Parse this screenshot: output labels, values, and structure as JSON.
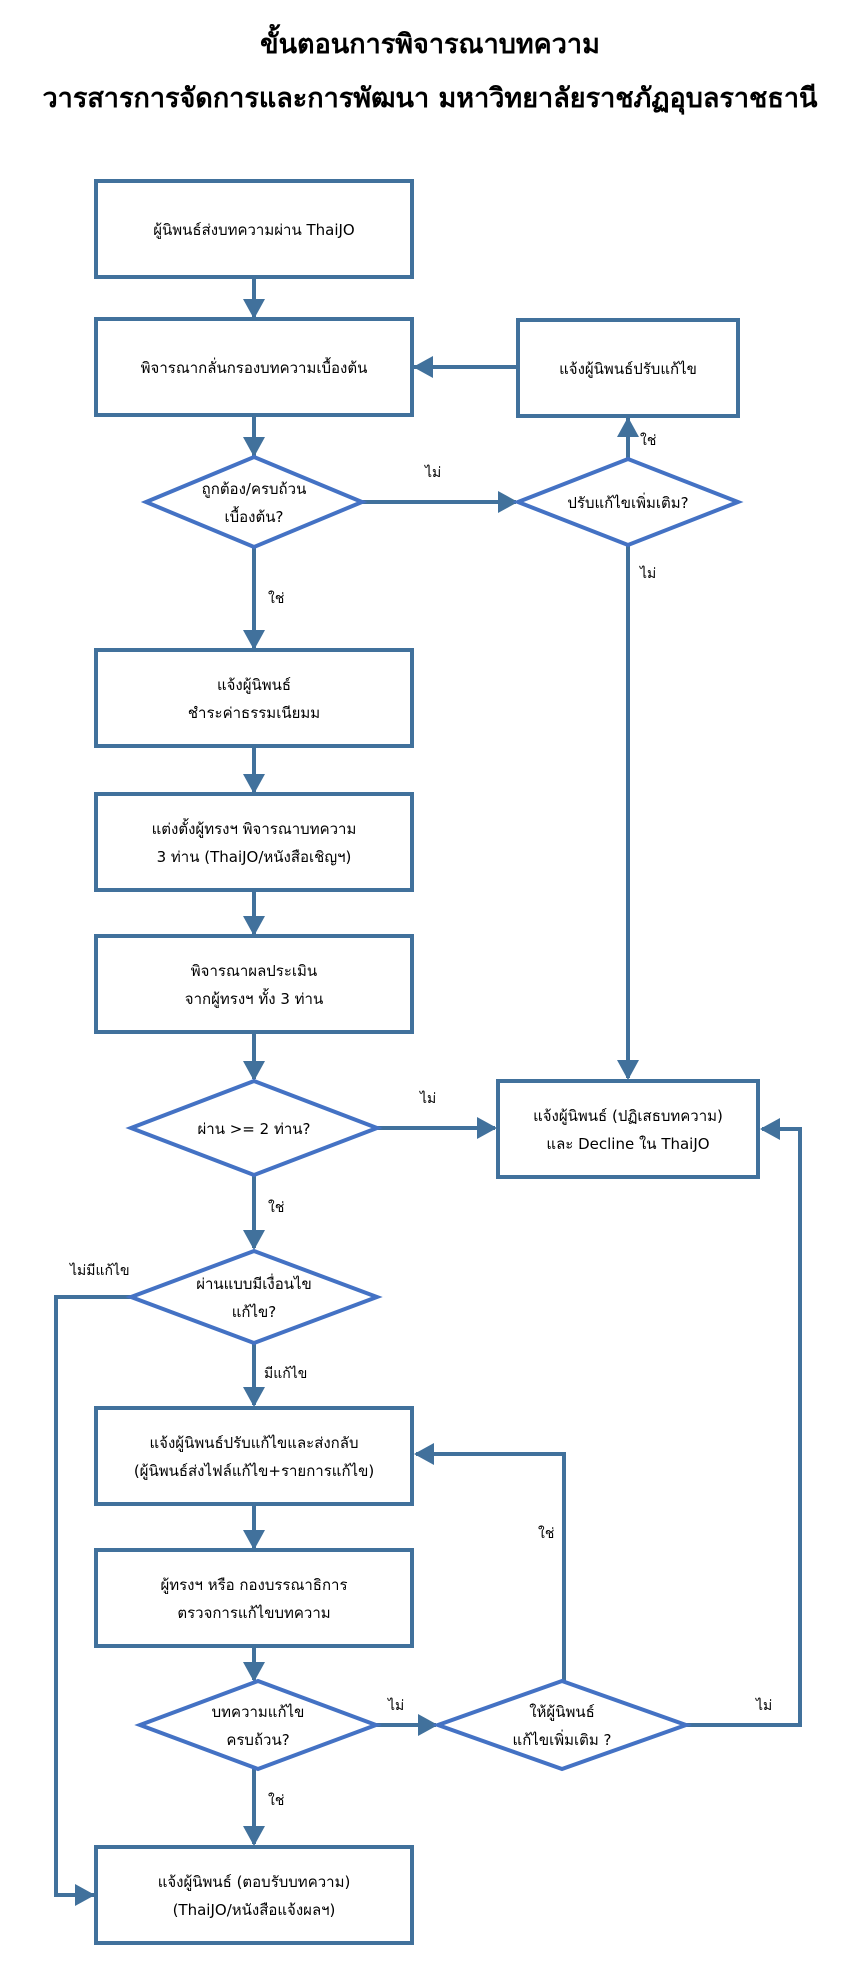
{
  "title": {
    "line1": "ขั้นตอนการพิจารณาบทความ",
    "line2": "วารสารการจัดการและการพัฒนา มหาวิทยาลัยราชภัฏอุบลราชธานี"
  },
  "colors": {
    "box_stroke": "#41719C",
    "decision_stroke": "#4472C4",
    "arrow": "#41719C",
    "text": "#000000",
    "background": "#FFFFFF"
  },
  "nodes": {
    "submit": {
      "type": "process",
      "lines": [
        "ผู้นิพนธ์ส่งบทความผ่าน ThaiJO"
      ]
    },
    "screen": {
      "type": "process",
      "lines": [
        "พิจารณากลั่นกรองบทความเบื้องต้น"
      ]
    },
    "notify_revise": {
      "type": "process",
      "lines": [
        "แจ้งผู้นิพนธ์ปรับแก้ไข"
      ]
    },
    "check_complete": {
      "type": "decision",
      "lines": [
        "ถูกต้อง/ครบถ้วน",
        "เบื้องต้น?"
      ]
    },
    "more_revision": {
      "type": "decision",
      "lines": [
        "ปรับแก้ไขเพิ่มเติม?"
      ]
    },
    "notify_fee": {
      "type": "process",
      "lines": [
        "แจ้งผู้นิพนธ์",
        "ชำระค่าธรรมเนียมม"
      ]
    },
    "appoint_reviewers": {
      "type": "process",
      "lines": [
        "แต่งตั้งผู้ทรงฯ พิจารณาบทความ",
        "3 ท่าน (ThaiJO/หนังสือเชิญฯ)"
      ]
    },
    "evaluate": {
      "type": "process",
      "lines": [
        "พิจารณาผลประเมิน",
        "จากผู้ทรงฯ ทั้ง 3 ท่าน"
      ]
    },
    "pass_two": {
      "type": "decision",
      "lines": [
        "ผ่าน >= 2 ท่าน?"
      ]
    },
    "reject": {
      "type": "process",
      "lines": [
        "แจ้งผู้นิพนธ์ (ปฏิเสธบทความ)",
        "และ Decline ใน ThaiJO"
      ]
    },
    "conditional_pass": {
      "type": "decision",
      "lines": [
        "ผ่านแบบมีเงื่อนไข",
        "แก้ไข?"
      ]
    },
    "notify_revise_return": {
      "type": "process",
      "lines": [
        "แจ้งผู้นิพนธ์ปรับแก้ไขและส่งกลับ",
        "(ผู้นิพนธ์ส่งไฟล์แก้ไข+รายการแก้ไข)"
      ]
    },
    "check_revision": {
      "type": "process",
      "lines": [
        "ผู้ทรงฯ หรือ กองบรรณาธิการ",
        "ตรวจการแก้ไขบทความ"
      ]
    },
    "revision_complete": {
      "type": "decision",
      "lines": [
        "บทความแก้ไข",
        "ครบถ้วน?"
      ]
    },
    "author_more": {
      "type": "decision",
      "lines": [
        "ให้ผู้นิพนธ์",
        "แก้ไขเพิ่มเติม ?"
      ]
    },
    "accept": {
      "type": "process",
      "lines": [
        "แจ้งผู้นิพนธ์ (ตอบรับบทความ)",
        "(ThaiJO/หนังสือแจ้งผลฯ)"
      ]
    }
  },
  "edges": [
    {
      "from": "submit",
      "to": "screen",
      "label": ""
    },
    {
      "from": "screen",
      "to": "check_complete",
      "label": ""
    },
    {
      "from": "check_complete",
      "to": "more_revision",
      "label": "ไม่"
    },
    {
      "from": "more_revision",
      "to": "notify_revise",
      "label": "ใช่"
    },
    {
      "from": "notify_revise",
      "to": "screen",
      "label": ""
    },
    {
      "from": "more_revision",
      "to": "reject",
      "label": "ไม่"
    },
    {
      "from": "check_complete",
      "to": "notify_fee",
      "label": "ใช่"
    },
    {
      "from": "notify_fee",
      "to": "appoint_reviewers",
      "label": ""
    },
    {
      "from": "appoint_reviewers",
      "to": "evaluate",
      "label": ""
    },
    {
      "from": "evaluate",
      "to": "pass_two",
      "label": ""
    },
    {
      "from": "pass_two",
      "to": "reject",
      "label": "ไม่"
    },
    {
      "from": "pass_two",
      "to": "conditional_pass",
      "label": "ใช่"
    },
    {
      "from": "conditional_pass",
      "to": "accept",
      "label": "ไม่มีแก้ไข"
    },
    {
      "from": "conditional_pass",
      "to": "notify_revise_return",
      "label": "มีแก้ไข"
    },
    {
      "from": "notify_revise_return",
      "to": "check_revision",
      "label": ""
    },
    {
      "from": "check_revision",
      "to": "revision_complete",
      "label": ""
    },
    {
      "from": "revision_complete",
      "to": "author_more",
      "label": "ไม่"
    },
    {
      "from": "author_more",
      "to": "notify_revise_return",
      "label": "ใช่"
    },
    {
      "from": "author_more",
      "to": "reject",
      "label": "ไม่"
    },
    {
      "from": "revision_complete",
      "to": "accept",
      "label": "ใช่"
    }
  ]
}
